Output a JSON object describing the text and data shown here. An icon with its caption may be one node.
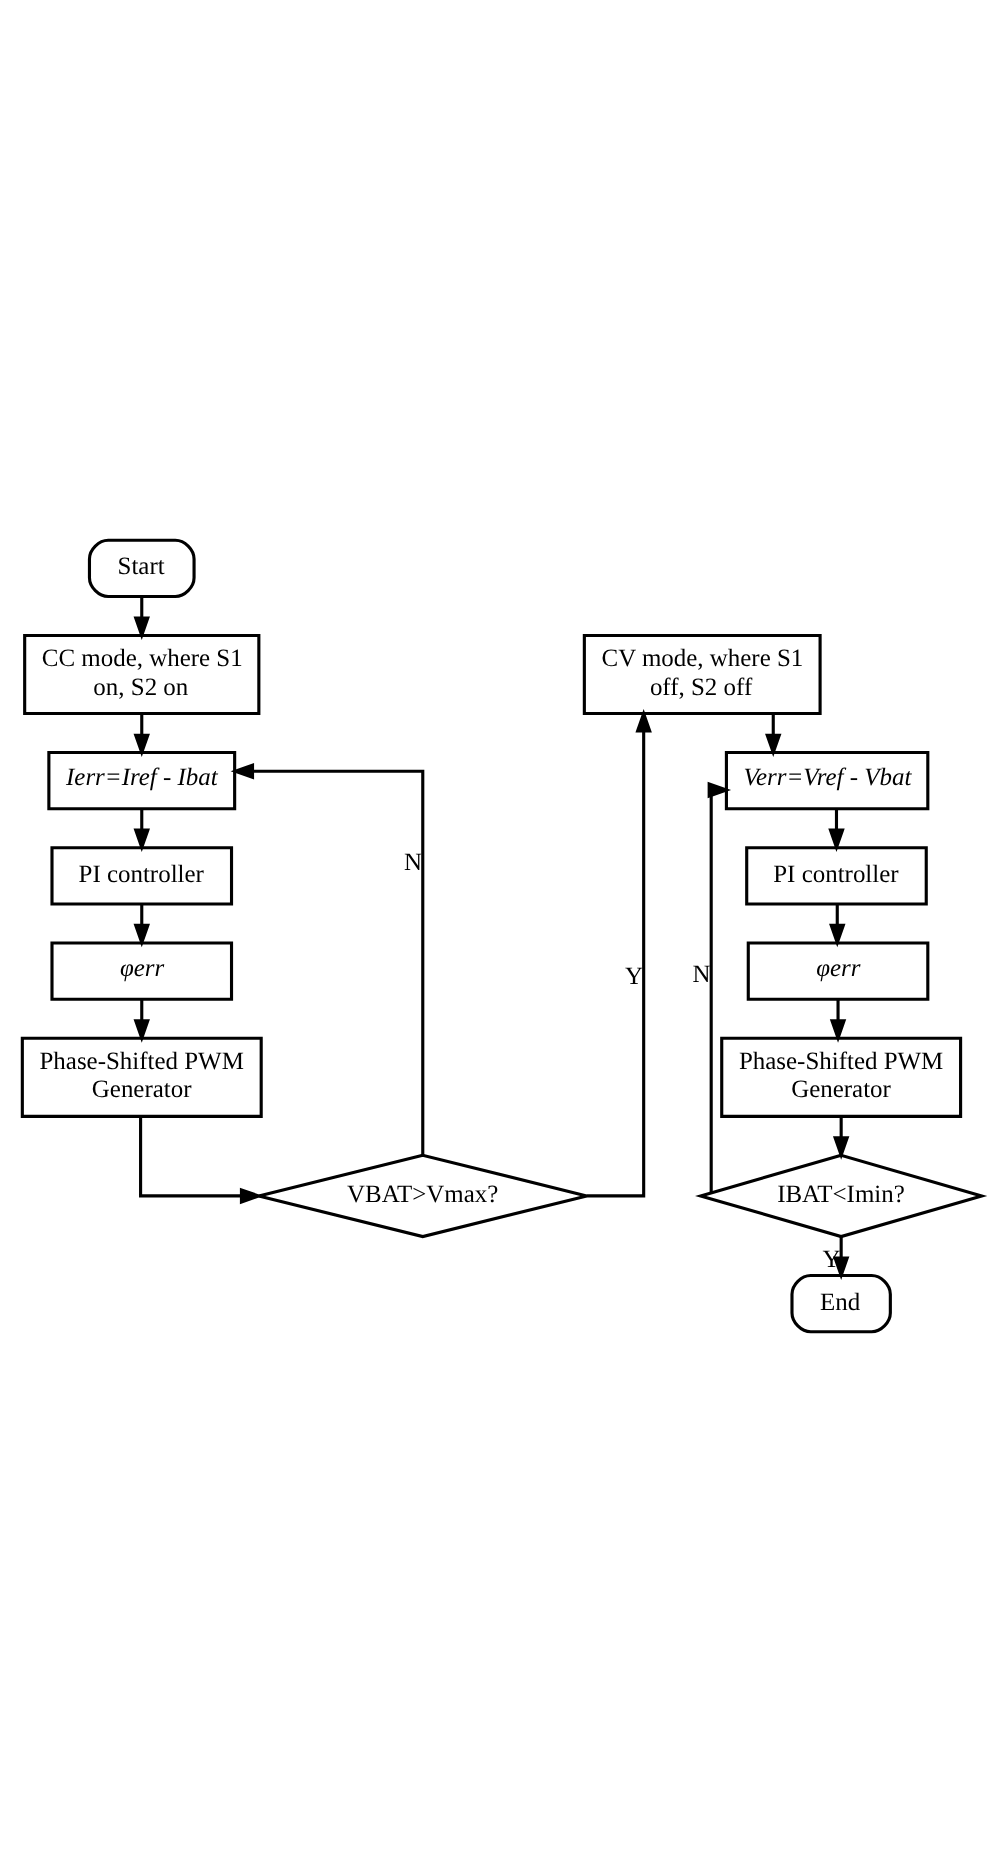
{
  "diagram": {
    "nodes": [
      {
        "text": [
          "Start"
        ]
      },
      {
        "text": [
          "CC mode, where S1 on, S2 on"
        ]
      },
      {
        "text": [
          "Ierr=Iref - Ibat"
        ]
      },
      {
        "text": [
          "PI controller"
        ]
      },
      {
        "text": [
          "φerr"
        ]
      },
      {
        "text": [
          "Phase-Shifted PWM Generator"
        ]
      },
      {
        "text": [
          "VBAT>Vmax?"
        ]
      },
      {
        "text": [
          "CV mode, where S1 off, S2 off"
        ]
      },
      {
        "text": [
          "Verr=Vref - Vbat"
        ]
      },
      {
        "text": [
          "PI controller"
        ]
      },
      {
        "text": [
          "φerr"
        ]
      },
      {
        "text": [
          "Phase-Shifted PWM Generator"
        ]
      },
      {
        "text": [
          "IBAT<Imin?"
        ]
      },
      {
        "text": [
          "End"
        ]
      }
    ],
    "edges": [
      {
        "from": 0,
        "to": 1,
        "arrow": "to"
      },
      {
        "from": 1,
        "to": 2,
        "arrow": "to"
      },
      {
        "from": 2,
        "to": 3,
        "arrow": "to"
      },
      {
        "from": 3,
        "to": 4,
        "arrow": "to"
      },
      {
        "from": 4,
        "to": 5,
        "arrow": "to"
      },
      {
        "from": 5,
        "to": 6,
        "arrow": "to"
      },
      {
        "from": 6,
        "to": 2,
        "arrow": "to",
        "label": "N"
      },
      {
        "from": 6,
        "to": 7,
        "arrow": "to",
        "label": "Y"
      },
      {
        "from": 7,
        "to": 8,
        "arrow": "to"
      },
      {
        "from": 8,
        "to": 9,
        "arrow": "to"
      },
      {
        "from": 9,
        "to": 10,
        "arrow": "to"
      },
      {
        "from": 10,
        "to": 11,
        "arrow": "to"
      },
      {
        "from": 11,
        "to": 12,
        "arrow": "to"
      },
      {
        "from": 12,
        "to": 8,
        "arrow": "to",
        "label": "N"
      },
      {
        "from": 12,
        "to": 13,
        "arrow": "to",
        "label": "Y"
      }
    ]
  }
}
